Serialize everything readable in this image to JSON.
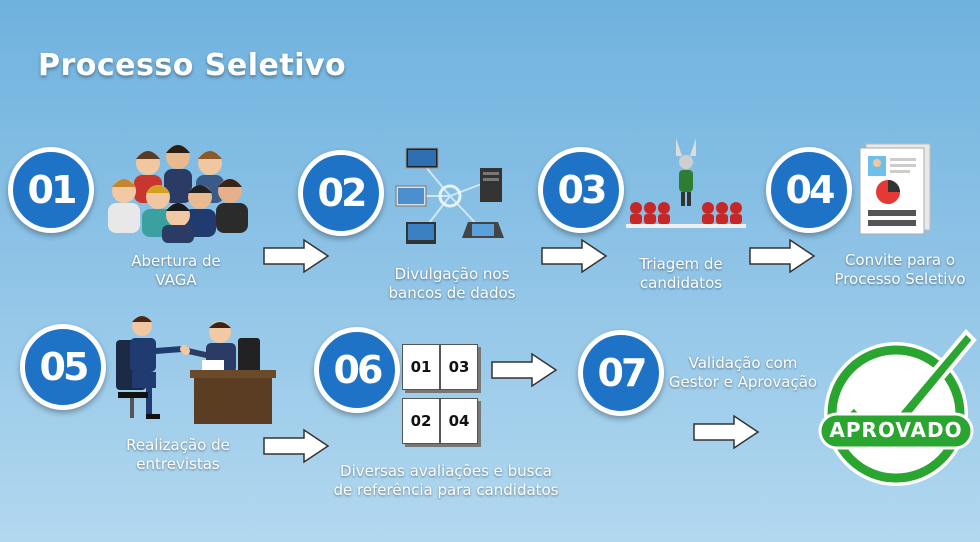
{
  "title": "Processo Seletivo",
  "steps": [
    {
      "number": "01",
      "label_line1": "Abertura de",
      "label_line2": "VAGA",
      "icon": "team-icon"
    },
    {
      "number": "02",
      "label_line1": "Divulgação nos",
      "label_line2": "bancos de dados",
      "icon": "network-devices-icon"
    },
    {
      "number": "03",
      "label_line1": "Triagem de",
      "label_line2": "candidatos",
      "icon": "candidate-selection-icon"
    },
    {
      "number": "04",
      "label_line1": "Convite para o",
      "label_line2": "Processo Seletivo",
      "icon": "document-icon"
    },
    {
      "number": "05",
      "label_line1": "Realização de",
      "label_line2": "entrevistas",
      "icon": "interview-icon"
    },
    {
      "number": "06",
      "label_line1": "Diversas avaliações e busca",
      "label_line2": "de referência para candidatos",
      "icon": "evaluation-docs-icon"
    },
    {
      "number": "07",
      "label_line1": "Validação com",
      "label_line2": "Gestor e Aprovação",
      "icon": "approved-stamp-icon"
    }
  ],
  "evaluation_tiles": [
    "01",
    "03",
    "02",
    "04"
  ],
  "stamp_text": "APROVADO",
  "colors": {
    "badge": "#1f73c6",
    "stamp_green": "#2aa52f",
    "background_top": "#6fb2de"
  }
}
